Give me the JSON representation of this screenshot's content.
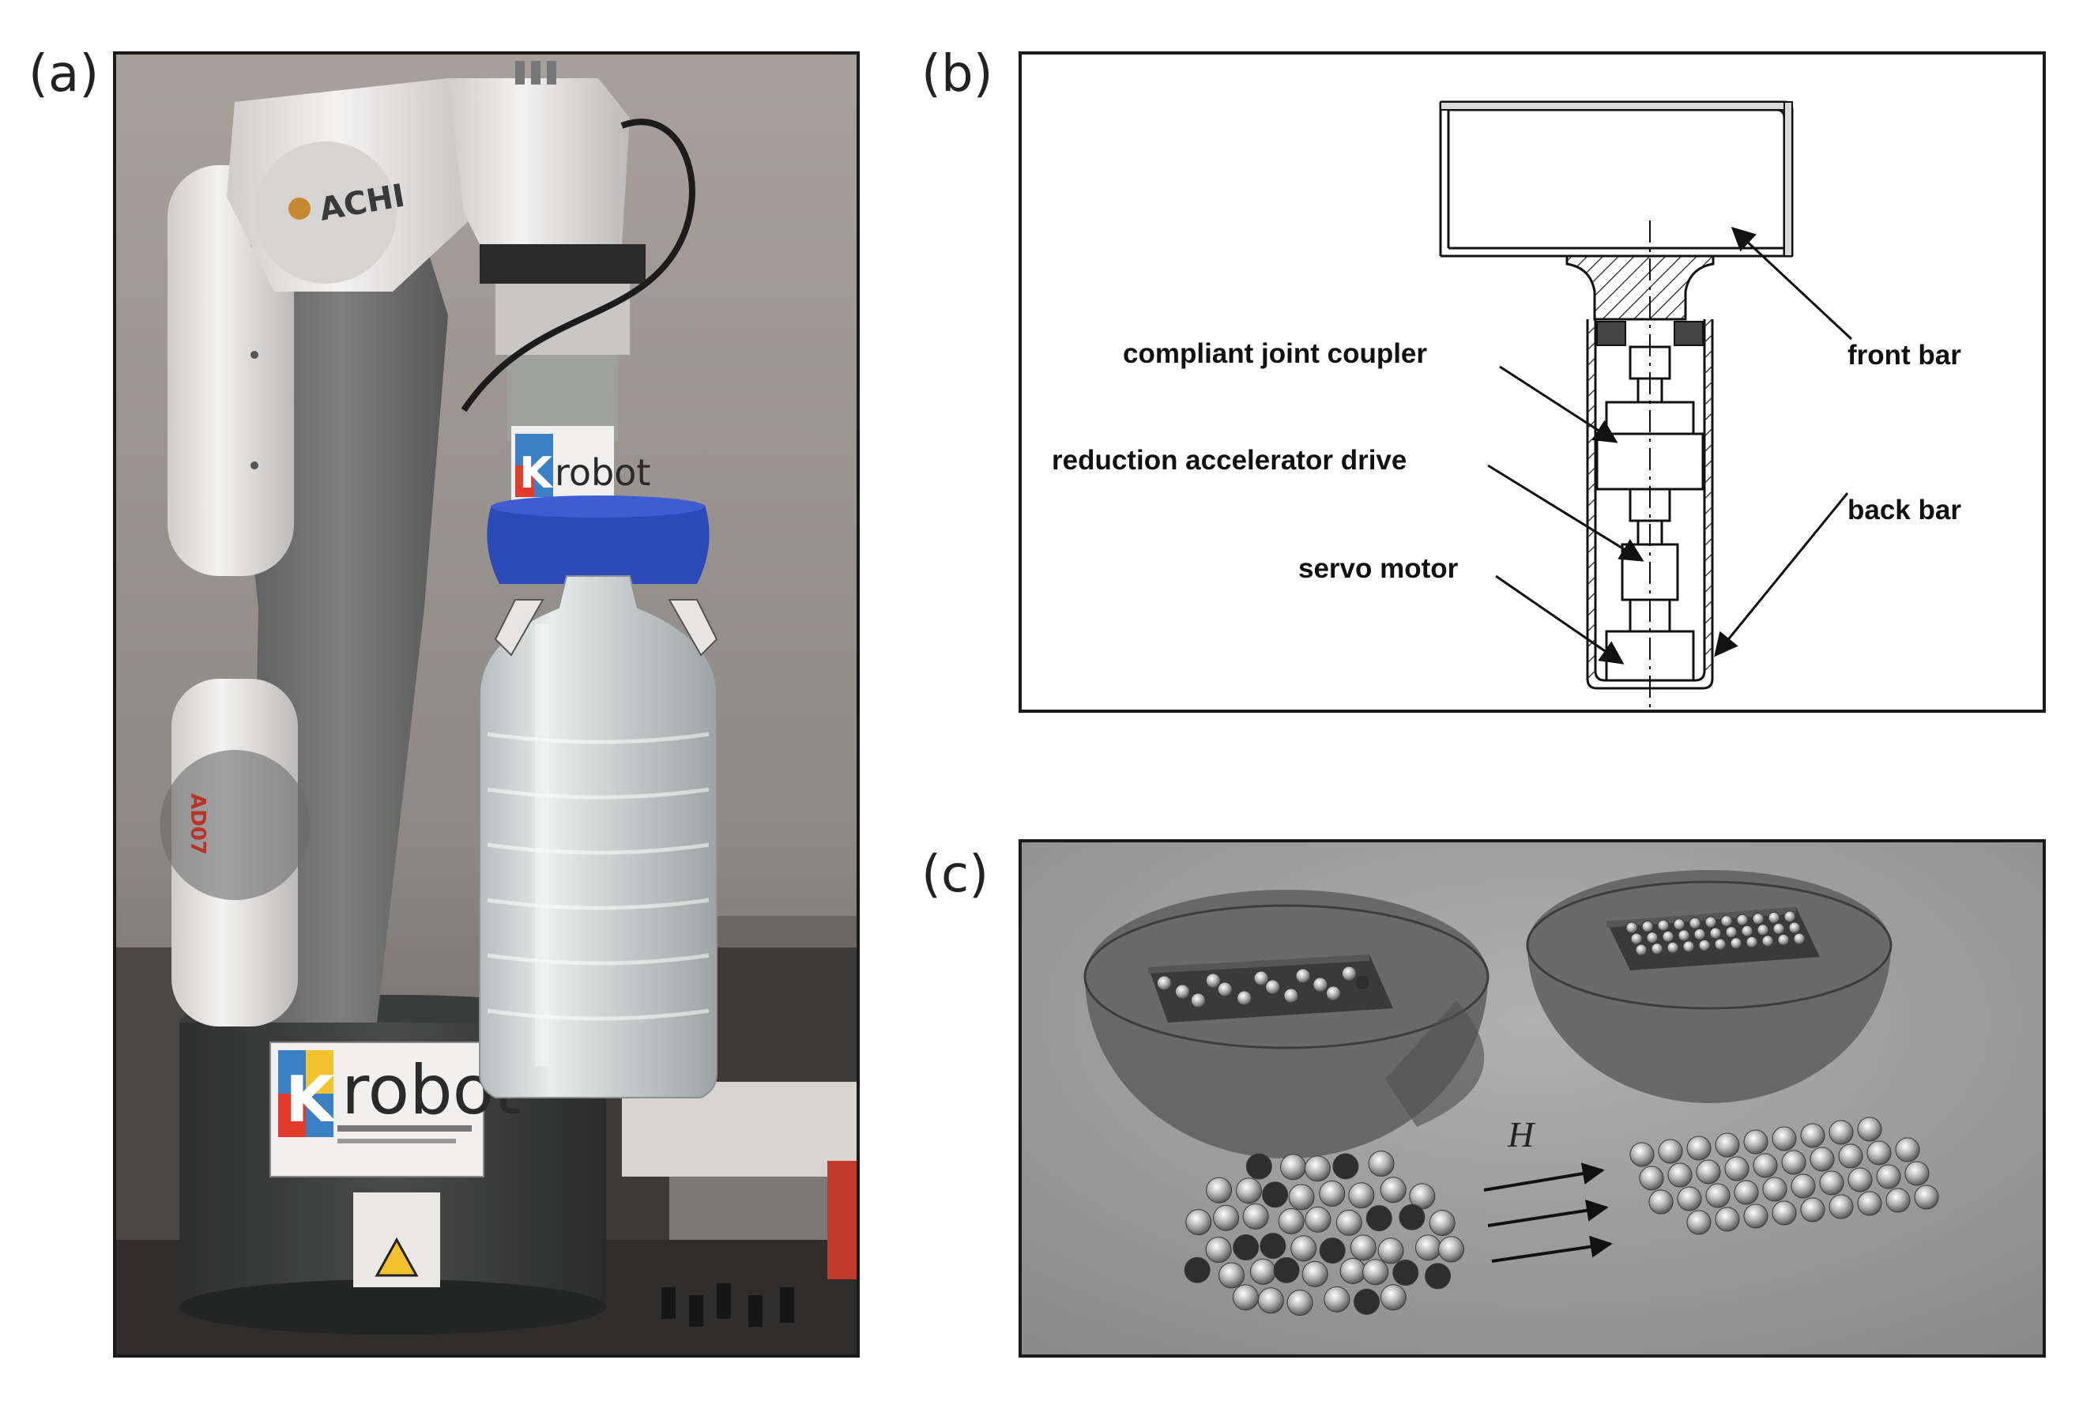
{
  "panels": {
    "a": {
      "letter": "(a)"
    },
    "b": {
      "letter": "(b)"
    },
    "c": {
      "letter": "(c)"
    }
  },
  "photo": {
    "base_label_brand": "robot",
    "base_label_logo": "K",
    "gripper_label_brand": "robot",
    "gripper_label_logo": "K",
    "arm_lettering": "ACHI",
    "axis_lettering": "AD07"
  },
  "diagram": {
    "labels": {
      "compliant_joint_coupler": "compliant joint coupler",
      "reduction_accelerator_drive": "reduction accelerator drive",
      "servo_motor": "servo motor",
      "front_bar": "front bar",
      "back_bar": "back bar"
    }
  },
  "magnet": {
    "field_label": "H"
  },
  "colors": {
    "photo_background": "#8e8b88",
    "robot_white": "#ecebea",
    "robot_grey": "#6f706f",
    "bottle_cap_blue": "#2c49b8",
    "render_background": "#9a9a9a"
  }
}
